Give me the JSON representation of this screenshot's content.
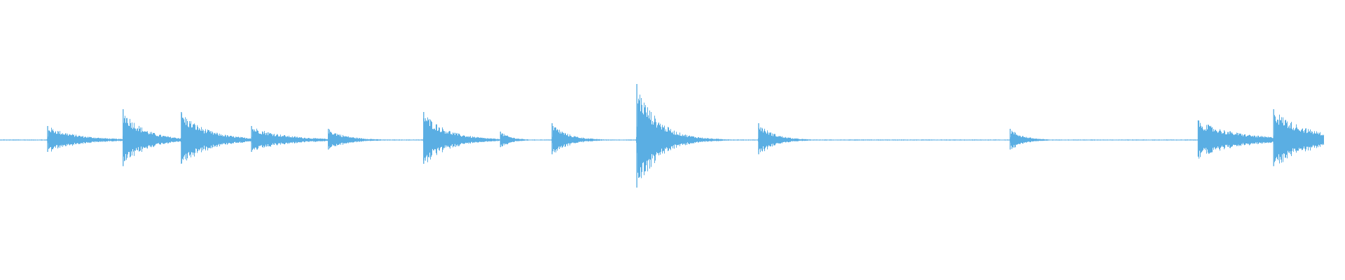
{
  "waveform": {
    "color": "#5aaee3",
    "baseline_amplitude": 0.004,
    "transients": [
      {
        "t": 0.036,
        "peak": 0.1,
        "decay": 0.022
      },
      {
        "t": 0.093,
        "peak": 0.22,
        "decay": 0.016
      },
      {
        "t": 0.137,
        "peak": 0.2,
        "decay": 0.02
      },
      {
        "t": 0.19,
        "peak": 0.1,
        "decay": 0.024
      },
      {
        "t": 0.248,
        "peak": 0.08,
        "decay": 0.014
      },
      {
        "t": 0.32,
        "peak": 0.2,
        "decay": 0.018
      },
      {
        "t": 0.378,
        "peak": 0.06,
        "decay": 0.008
      },
      {
        "t": 0.417,
        "peak": 0.12,
        "decay": 0.012
      },
      {
        "t": 0.481,
        "peak": 0.4,
        "decay": 0.016
      },
      {
        "t": 0.573,
        "peak": 0.12,
        "decay": 0.012
      },
      {
        "t": 0.763,
        "peak": 0.08,
        "decay": 0.01
      },
      {
        "t": 0.905,
        "peak": 0.14,
        "decay": 0.03
      },
      {
        "t": 0.962,
        "peak": 0.22,
        "decay": 0.026
      }
    ]
  }
}
